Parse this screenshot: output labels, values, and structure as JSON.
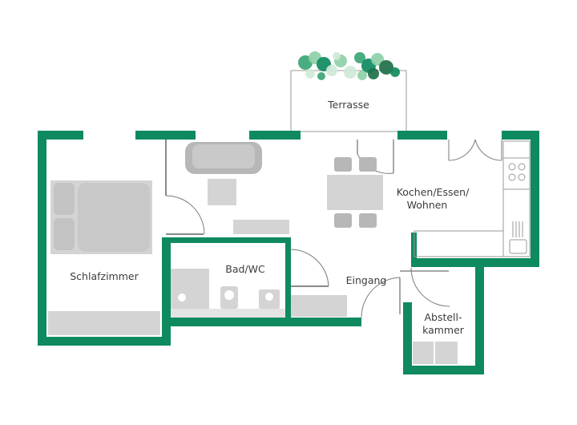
{
  "floorplan": {
    "rooms": {
      "terrace": "Terrasse",
      "kitchen_line1": "Kochen/Essen/",
      "kitchen_line2": "Wohnen",
      "bathroom": "Bad/WC",
      "bedroom": "Schlafzimmer",
      "entrance": "Eingang",
      "storage_line1": "Abstell-",
      "storage_line2": "kammer"
    },
    "colors": {
      "wall": "#0f8a5f",
      "furniture": "#d4d4d4",
      "plant_palette": [
        "#0f8a5f",
        "#3aa676",
        "#8fcfa8",
        "#cfe9d8",
        "#1f6f4a"
      ]
    }
  }
}
